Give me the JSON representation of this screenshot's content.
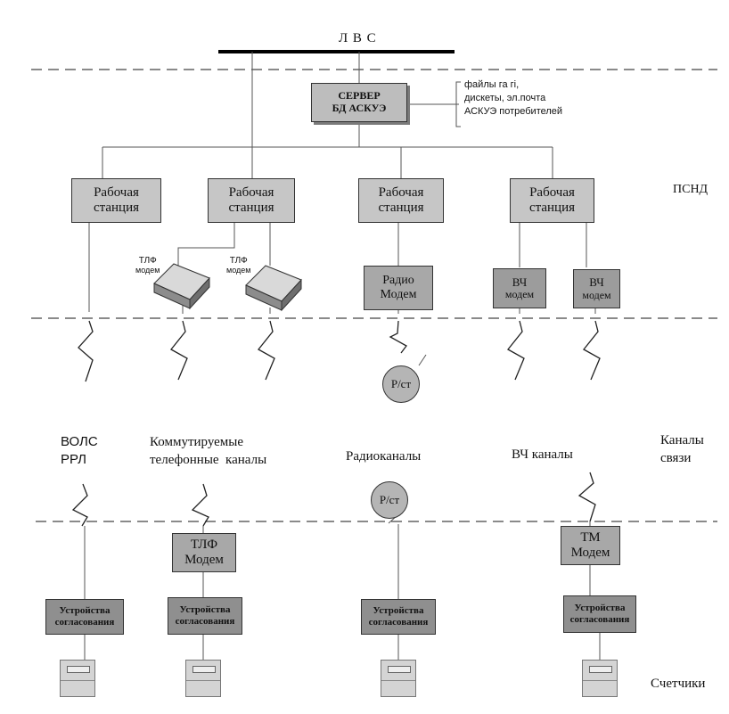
{
  "lan": {
    "title": "Л В С"
  },
  "server": {
    "line1": "СЕРВЕР",
    "line2": "БД АСКУЭ"
  },
  "server_inputs": [
    "файлы га гі,",
    "дискеты, эл.почта",
    "АСКУЭ потребителей"
  ],
  "workstations": [
    {
      "line1": "Рабочая",
      "line2": "станция"
    },
    {
      "line1": "Рабочая",
      "line2": "станция"
    },
    {
      "line1": "Рабочая",
      "line2": "станция"
    },
    {
      "line1": "Рабочая",
      "line2": "станция"
    }
  ],
  "psnd_label": "ПСНД",
  "upper_modems": {
    "phone": [
      {
        "line1": "ТЛФ",
        "line2": "модем"
      },
      {
        "line1": "ТЛФ",
        "line2": "модем"
      }
    ],
    "radio": {
      "line1": "Радио",
      "line2": "Модем"
    },
    "hf": [
      {
        "line1": "ВЧ",
        "line2": "модем"
      },
      {
        "line1": "ВЧ",
        "line2": "модем"
      }
    ]
  },
  "radio_station": "Р/ст",
  "channels": {
    "volc_line1": "ВОЛС",
    "volc_line2": "РРЛ",
    "switched_line1": "Коммутируемые",
    "switched_line2": "телефонные  каналы",
    "radio": "Радиоканалы",
    "hf": "ВЧ каналы",
    "side_line1": "Каналы",
    "side_line2": "связи"
  },
  "lower_modems": {
    "phone": {
      "line1": "ТЛФ",
      "line2": "Модем"
    },
    "tm": {
      "line1": "ТМ",
      "line2": "Модем"
    }
  },
  "matching_devices": [
    {
      "line1": "Устройства",
      "line2": "согласования"
    },
    {
      "line1": "Устройства",
      "line2": "согласования"
    },
    {
      "line1": "Устройства",
      "line2": "согласования"
    },
    {
      "line1": "Устройства",
      "line2": "согласования"
    }
  ],
  "meters_label": "Счетчики"
}
